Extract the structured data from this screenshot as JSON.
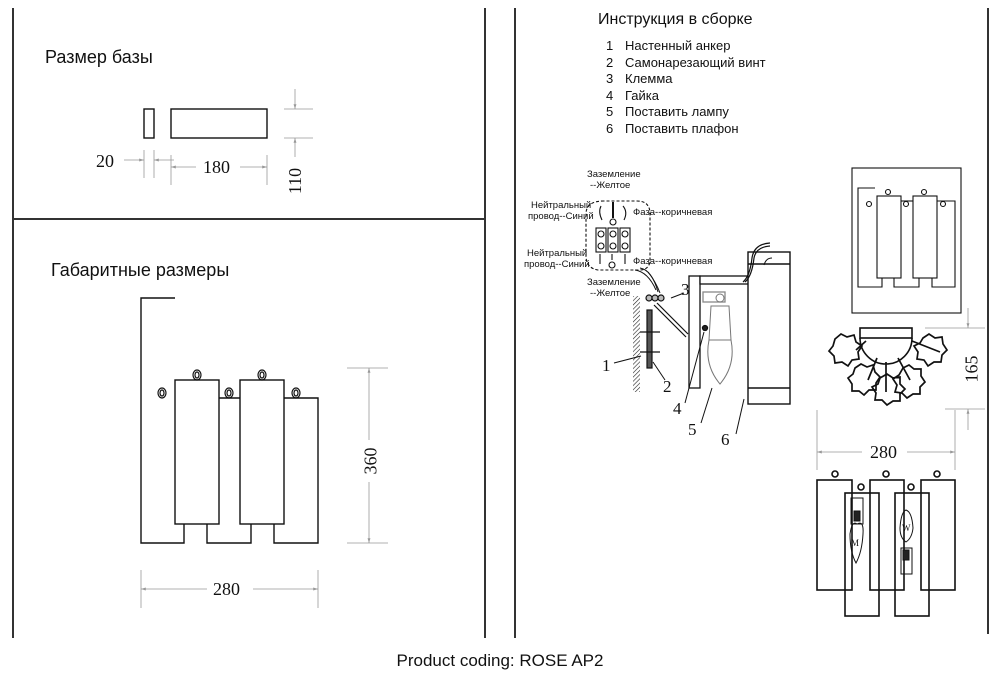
{
  "sections": {
    "base_size": {
      "title": "Размер базы",
      "dimensions": {
        "thickness": "20",
        "width": "180",
        "height": "110"
      }
    },
    "overall_dimensions": {
      "title": "Габаритные размеры",
      "dimensions": {
        "height": "360",
        "width": "280"
      }
    },
    "assembly": {
      "title": "Инструкция в сборке",
      "steps": [
        {
          "num": "1",
          "label": "Настенный анкер"
        },
        {
          "num": "2",
          "label": "Самонарезающий винт"
        },
        {
          "num": "3",
          "label": "Клемма"
        },
        {
          "num": "4",
          "label": "Гайка"
        },
        {
          "num": "5",
          "label": "Поставить лампу"
        },
        {
          "num": "6",
          "label": "Поставить плафон"
        }
      ],
      "wiring_labels": {
        "ground_top": [
          "Заземление",
          "--Желтое"
        ],
        "neutral_top": [
          "Нейтральный",
          "провод--Синий"
        ],
        "phase_top": "Фаза--коричневая",
        "neutral_bottom": [
          "Нейтральный",
          "провод--Синий"
        ],
        "phase_bottom": "Фаза--коричневая",
        "ground_bottom": [
          "Заземление",
          "--Желтое"
        ]
      },
      "callouts": [
        "1",
        "2",
        "3",
        "4",
        "5",
        "6"
      ]
    },
    "views": {
      "depth": "165",
      "width": "280"
    }
  },
  "footer": {
    "product_coding": "Product coding: ROSE AP2"
  },
  "colors": {
    "line": "#111111",
    "frame": "#333333",
    "dim_line": "#999999"
  }
}
